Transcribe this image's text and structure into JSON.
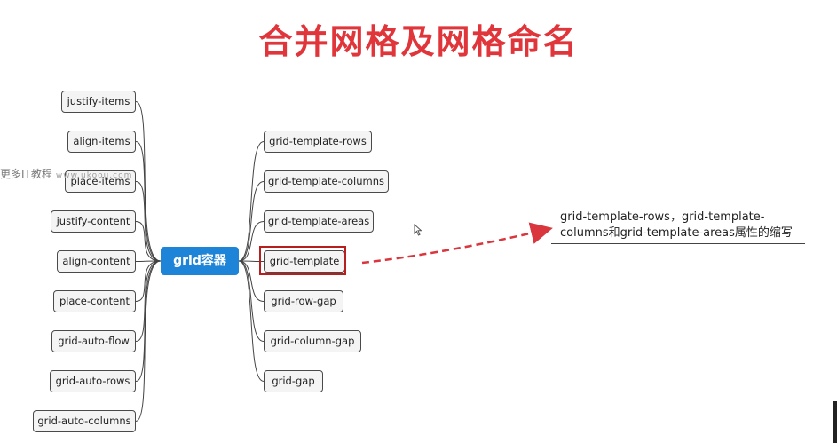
{
  "title": "合并网格及网格命名",
  "center_node": "grid容器",
  "left_nodes": [
    "justify-items",
    "align-items",
    "place-items",
    "justify-content",
    "align-content",
    "place-content",
    "grid-auto-flow",
    "grid-auto-rows",
    "grid-auto-columns"
  ],
  "right_nodes": [
    "grid-template-rows",
    "grid-template-columns",
    "grid-template-areas",
    "grid-template",
    "grid-row-gap",
    "grid-column-gap",
    "grid-gap"
  ],
  "highlighted_node": "grid-template",
  "note": "grid-template-rows，grid-template-columns和grid-template-areas属性的缩写",
  "watermark": {
    "text": "更多IT教程",
    "url": "www.ukoou.com"
  },
  "colors": {
    "title": "#e0363b",
    "center": "#1e84d8",
    "highlight": "#b81e1e",
    "arrow": "#d9363e"
  }
}
